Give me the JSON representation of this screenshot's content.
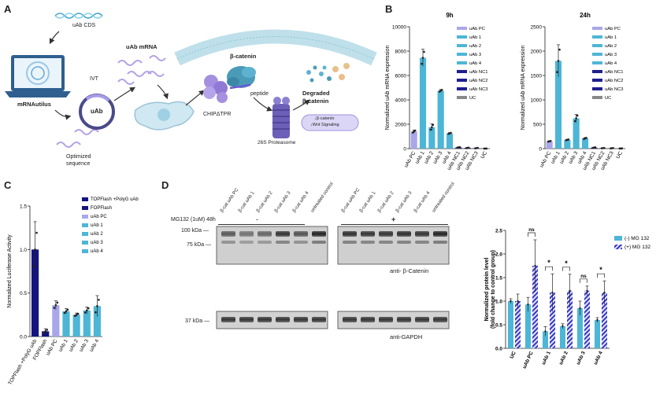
{
  "panels": {
    "a": {
      "label": "A",
      "cds": "uAb CDS",
      "software": "mRNAutilus",
      "optimized": [
        "Optimized",
        "sequence"
      ],
      "ivt": "IVT",
      "mrna": "uAb mRNA",
      "plasmid": "uAb",
      "ligase": "CHIPΔTPR",
      "target": "β-catenin",
      "peptide": "peptide",
      "proteasome": "26S Proteasome",
      "degraded": [
        "Degraded",
        "β-catenin"
      ],
      "signaling": [
        "↓β-catenin",
        "↓Wnt Signaling"
      ]
    },
    "b": {
      "label": "B"
    },
    "c": {
      "label": "C"
    },
    "d": {
      "label": "D",
      "treatment": "MG132 (1uM) 48h",
      "minus": "-",
      "plus": "+",
      "lanes": [
        "β-cat uAb PC",
        "β-cat uAb 1",
        "β-cat uAb 2",
        "β-cat uAb 3",
        "β-cat uAb 4",
        "untreated control"
      ],
      "mw": [
        "100 kDa —",
        "75 kDa —",
        "37 kDa —"
      ],
      "blot1": "anti- β-Catenin",
      "blot2": "anti-GAPDH"
    }
  },
  "colors": {
    "pc": "#a9a6ea",
    "uab": "#4db6d6",
    "nc": "#1f1f8f",
    "uc": "#888888",
    "topflash": "#141480",
    "hatch": "#3535c8"
  },
  "chart_data": [
    {
      "type": "bar",
      "title": "9h",
      "ylabel": "Normalized uAb mRNA expression",
      "categories": [
        "uAb PC",
        "uAb 1",
        "uAb 2",
        "uAb 3",
        "uAb 4",
        "uAb NC1",
        "uAb NC2",
        "uAb NC3",
        "UC"
      ],
      "values": [
        1400,
        7450,
        1750,
        4750,
        1250,
        100,
        60,
        40,
        5
      ],
      "errors": [
        120,
        700,
        280,
        100,
        60,
        25,
        30,
        25,
        3
      ],
      "ylim": [
        0,
        10000
      ],
      "yticks": [
        0,
        2000,
        4000,
        6000,
        8000,
        10000
      ],
      "legend": [
        "uAb PC",
        "uAb 1",
        "uAb 2",
        "uAb 3",
        "uAb 4",
        "uAb NC1",
        "uAb NC2",
        "uAb NC3",
        "UC"
      ]
    },
    {
      "type": "bar",
      "title": "24h",
      "ylabel": "Normalized uAb mRNA expression",
      "categories": [
        "uAb PC",
        "uAb 1",
        "uAb 2",
        "uAb 3",
        "uAb 4",
        "uAb NC1",
        "uAb NC2",
        "uAb NC3",
        "UC"
      ],
      "values": [
        150,
        1800,
        180,
        620,
        210,
        20,
        10,
        8,
        3
      ],
      "errors": [
        10,
        330,
        10,
        80,
        15,
        10,
        5,
        5,
        2
      ],
      "ylim": [
        0,
        2500
      ],
      "yticks": [
        0,
        500,
        1000,
        1500,
        2000,
        2500
      ],
      "legend": [
        "uAb PC",
        "uAb 1",
        "uAb 2",
        "uAb 3",
        "uAb 4",
        "uAb NC1",
        "uAb NC2",
        "uAb NC3",
        "UC"
      ]
    },
    {
      "type": "bar",
      "ylabel": "Normalized Luciferase Activity",
      "categories": [
        "TOPFlash +PolyG uAb",
        "FOPFlash",
        "uAb PC",
        "uAb 1",
        "uAb 2",
        "uAb 3",
        "uAb 4"
      ],
      "values": [
        1.0,
        0.06,
        0.36,
        0.29,
        0.25,
        0.3,
        0.35
      ],
      "errors": [
        0.32,
        0.03,
        0.05,
        0.03,
        0.02,
        0.04,
        0.12
      ],
      "ylim": [
        0,
        1.5
      ],
      "yticks": [
        0.0,
        0.5,
        1.0,
        1.5
      ],
      "ytick_labels": [
        "0.0",
        "0.5",
        "1.0",
        "1.5"
      ],
      "legend": [
        "TOPFlash +PolyG uAb",
        "FOPFlash",
        "uAb PC",
        "uAb 1",
        "uAb 2",
        "uAb 3",
        "uAb 4"
      ]
    },
    {
      "type": "bar",
      "ylabel": "Normalized protein level (fold change to control group)",
      "ylabel_lines": [
        "Normalized protein level",
        "(fold change to control group)"
      ],
      "categories": [
        "UC",
        "uAb PC",
        "uAb 1",
        "uAb 2",
        "uAb 3",
        "uAb 4"
      ],
      "series": [
        {
          "name": "(-) MG 132",
          "values": [
            1.0,
            0.93,
            0.36,
            0.47,
            0.85,
            0.6
          ],
          "errors": [
            0.05,
            0.15,
            0.1,
            0.05,
            0.15,
            0.05
          ]
        },
        {
          "name": "(+) MG 132",
          "values": [
            1.0,
            1.75,
            1.18,
            1.22,
            1.22,
            1.18
          ],
          "errors": [
            0.15,
            0.55,
            0.4,
            0.35,
            0.1,
            0.25
          ]
        }
      ],
      "significance": [
        "",
        "ns",
        "*",
        "*",
        "ns",
        "*"
      ],
      "ylim": [
        0,
        2.5
      ],
      "yticks": [
        0,
        0.5,
        1.0,
        1.5,
        2.0,
        2.5
      ],
      "ytick_labels": [
        "0.0",
        "0.5",
        "1.0",
        "1.5",
        "2.0",
        "2.5"
      ]
    }
  ]
}
